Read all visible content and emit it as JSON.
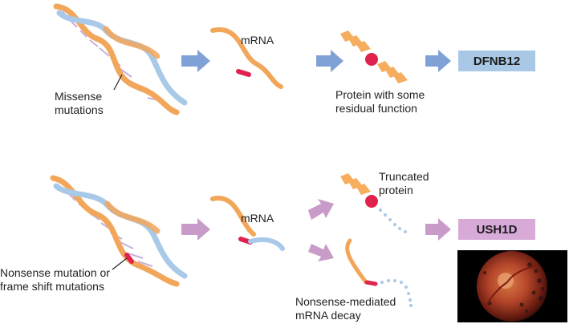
{
  "row_top": {
    "mutation_label": [
      "Missense",
      "mutations"
    ],
    "mrna_label": "mRNA",
    "protein_label": [
      "Protein with some",
      "residual function"
    ],
    "outcome": "DFNB12",
    "outcome_color": "#a8c8e6",
    "arrow_color": "#7fa1d6"
  },
  "row_bottom": {
    "mutation_label": [
      "Nonsense mutation or",
      "frame shift mutations"
    ],
    "mrna_label": "mRNA",
    "truncated_label": [
      "Truncated",
      "protein"
    ],
    "decay_label": [
      "Nonsense-mediated",
      "mRNA decay"
    ],
    "outcome": "USH1D",
    "outcome_color": "#d8aad8",
    "arrow_color": "#c99bc9"
  },
  "colors": {
    "dna_orange": "#f2a65a",
    "dna_blue": "#a9c9e8",
    "dna_purple": "#c9a6d6",
    "mutation_red": "#e0224e",
    "bead_orange": "#f6ae5e"
  }
}
